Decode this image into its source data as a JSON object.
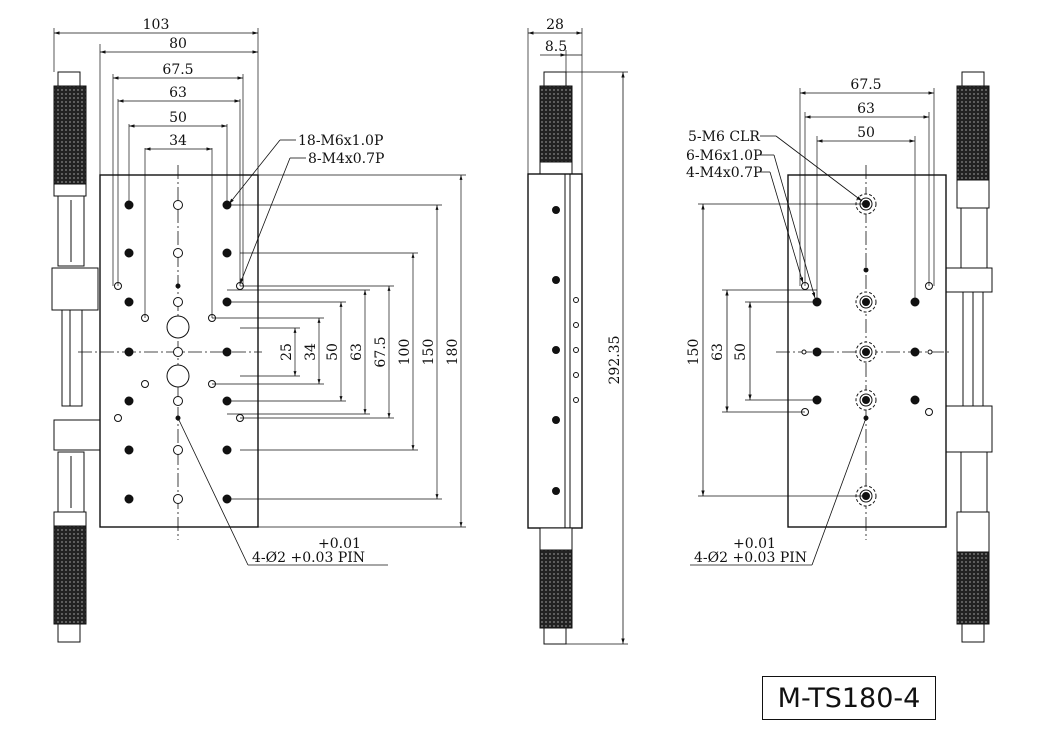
{
  "model": "M-TS180-4",
  "front_view": {
    "top_dims": [
      "103",
      "80",
      "67.5",
      "63",
      "50",
      "34"
    ],
    "right_dims": [
      "25",
      "34",
      "50",
      "63",
      "67.5",
      "100",
      "150",
      "180"
    ],
    "callouts": [
      "18-M6x1.0P",
      "8-M4x0.7P"
    ],
    "pin_tol": "+0.01",
    "pin_label": "4-Ø2 +0.03 PIN"
  },
  "side_view": {
    "top_dims": [
      "28",
      "8.5"
    ],
    "height_dim": "292.35"
  },
  "bottom_view": {
    "top_dims": [
      "67.5",
      "63",
      "50"
    ],
    "left_dims": [
      "150",
      "63",
      "50"
    ],
    "callouts": [
      "5-M6 CLR",
      "6-M6x1.0P",
      "4-M4x0.7P"
    ],
    "pin_tol": "+0.01",
    "pin_label": "4-Ø2 +0.03 PIN"
  }
}
